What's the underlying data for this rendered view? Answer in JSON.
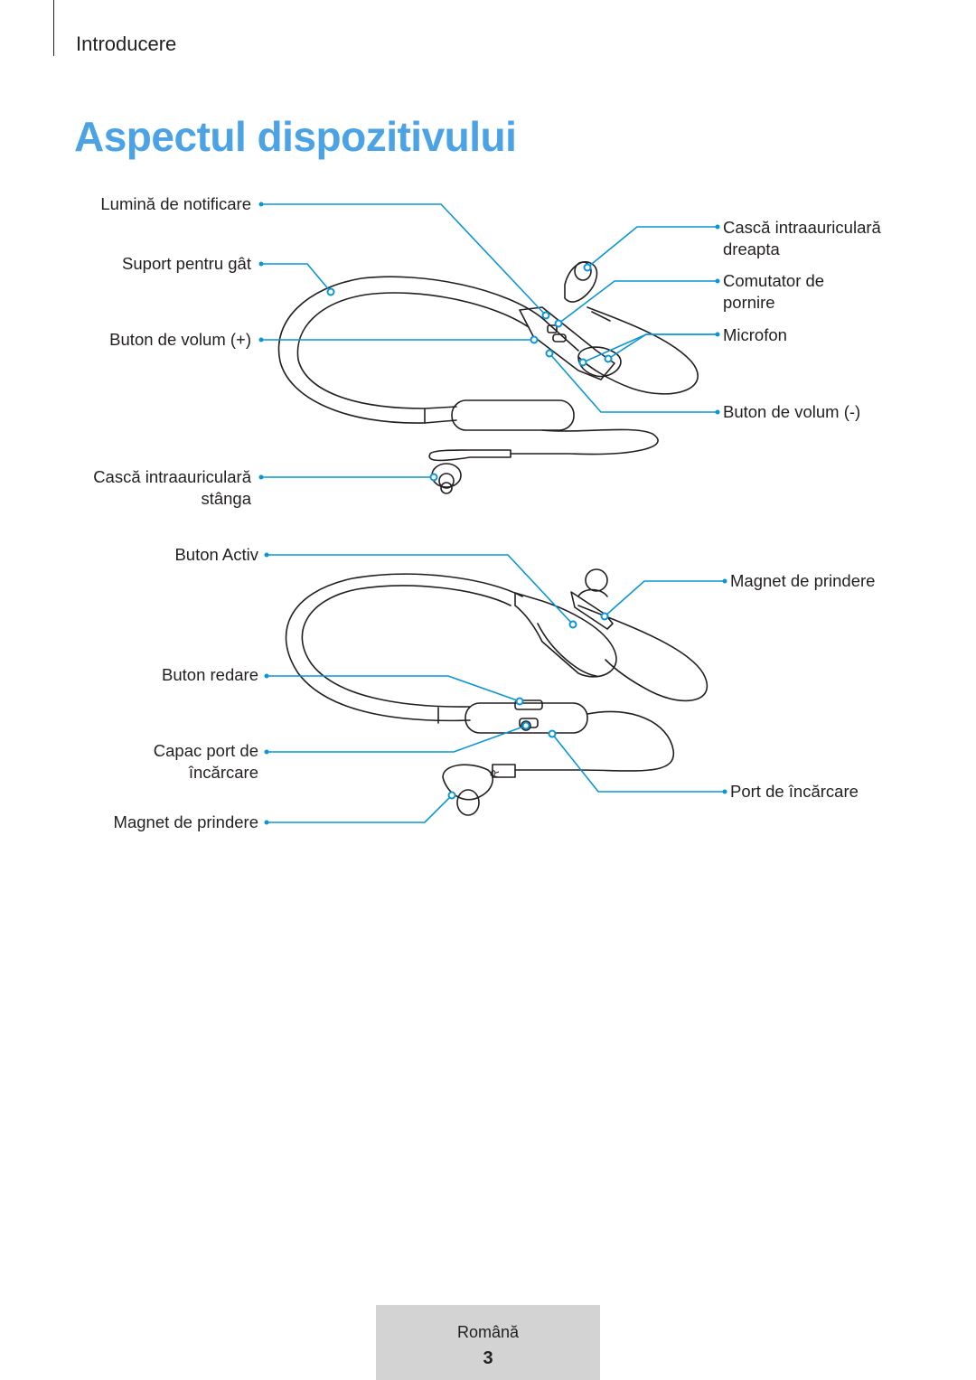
{
  "header": {
    "section": "Introducere",
    "title": "Aspectul dispozitivului"
  },
  "diagram_top": {
    "labels_left": {
      "notification_light": "Lumină de notificare",
      "neck_support": "Suport pentru gât",
      "volume_up": "Buton de volum (+)",
      "left_earbud_line1": "Cască intraauriculară",
      "left_earbud_line2": "stânga"
    },
    "labels_right": {
      "right_earbud_line1": "Cască intraauriculară",
      "right_earbud_line2": "dreapta",
      "power_switch_line1": "Comutator de",
      "power_switch_line2": "pornire",
      "microphone": "Microfon",
      "volume_down": "Buton de volum (-)"
    }
  },
  "diagram_bottom": {
    "labels_left": {
      "active_button": "Buton Activ",
      "play_button": "Buton redare",
      "charging_cover_line1": "Capac port de",
      "charging_cover_line2": "încărcare",
      "magnet_left": "Magnet de prindere"
    },
    "labels_right": {
      "magnet_right": "Magnet de prindere",
      "charging_port": "Port de încărcare"
    },
    "earbud_mark": "R"
  },
  "footer": {
    "language": "Română",
    "page_number": "3"
  },
  "colors": {
    "accent": "#4ba3e6",
    "callout": "#0a95d6",
    "footer_bg": "#d3d3d4"
  }
}
